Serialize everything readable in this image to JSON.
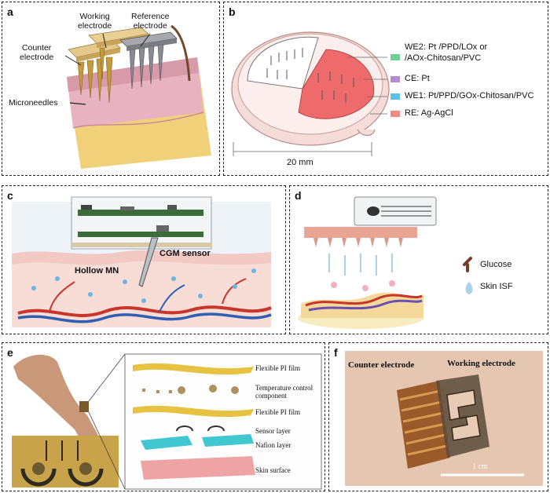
{
  "panels": {
    "a": {
      "letter": "a",
      "labels": {
        "working": "Working\nelectrode",
        "reference": "Reference\nelectrode",
        "counter": "Counter\nelectrode",
        "microneedles": "Microneedles"
      }
    },
    "b": {
      "letter": "b",
      "legend": [
        {
          "text": "WE2: Pt /PPD/LOx or\n/AOx-Chitosan/PVC",
          "color": "#6fcf97"
        },
        {
          "text": "CE: Pt",
          "color": "#b48ad6"
        },
        {
          "text": "WE1: Pt/PPD/GOx-Chitosan/PVC",
          "color": "#5bc3e8"
        },
        {
          "text": "RE: Ag-AgCl",
          "color": "#f08a84"
        }
      ],
      "scale": "20 mm"
    },
    "c": {
      "letter": "c",
      "labels": {
        "cgm": "CGM sensor",
        "hollow": "Hollow MN"
      }
    },
    "d": {
      "letter": "d",
      "legend": [
        {
          "text": "Glucose",
          "icon": "glucose-icon"
        },
        {
          "text": "Skin ISF",
          "icon": "droplet-icon"
        }
      ]
    },
    "e": {
      "letter": "e",
      "layers": [
        "Flexible PI film",
        "Temperature control\ncomponent",
        "Flexible PI film",
        "Sensor layer",
        "Nafion layer",
        "Skin surface"
      ]
    },
    "f": {
      "letter": "f",
      "labels": {
        "counter": "Counter electrode",
        "working": "Working electrode"
      },
      "scale": "1 cm"
    }
  },
  "colors": {
    "skin_pink": "#e8b3b3",
    "fat_yellow": "#f2cf5c",
    "gold": "#d9b96a",
    "steel": "#8a8a93",
    "red_pad": "#ef6a6a",
    "nafion": "#40c7cf",
    "pi_film": "#e7c240"
  }
}
